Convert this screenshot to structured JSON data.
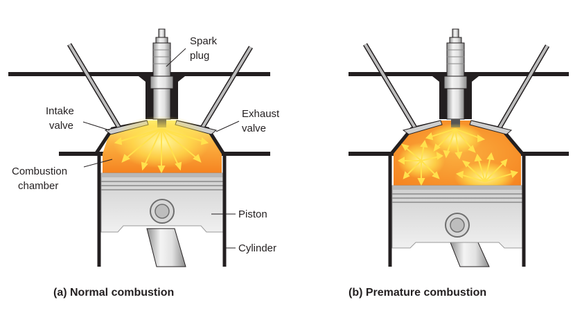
{
  "labels": {
    "spark_plug_line1": "Spark",
    "spark_plug_line2": "plug",
    "intake_line1": "Intake",
    "intake_line2": "valve",
    "exhaust_line1": "Exhaust",
    "exhaust_line2": "valve",
    "chamber_line1": "Combustion",
    "chamber_line2": "chamber",
    "piston": "Piston",
    "cylinder": "Cylinder"
  },
  "captions": {
    "a": "(a) Normal combustion",
    "b": "(b) Premature combustion"
  },
  "colors": {
    "outline": "#231f20",
    "flame_orange": "#f58220",
    "flame_yellow": "#ffe14d",
    "metal_light": "#eeeeee",
    "metal_dark": "#9a9a9a"
  }
}
